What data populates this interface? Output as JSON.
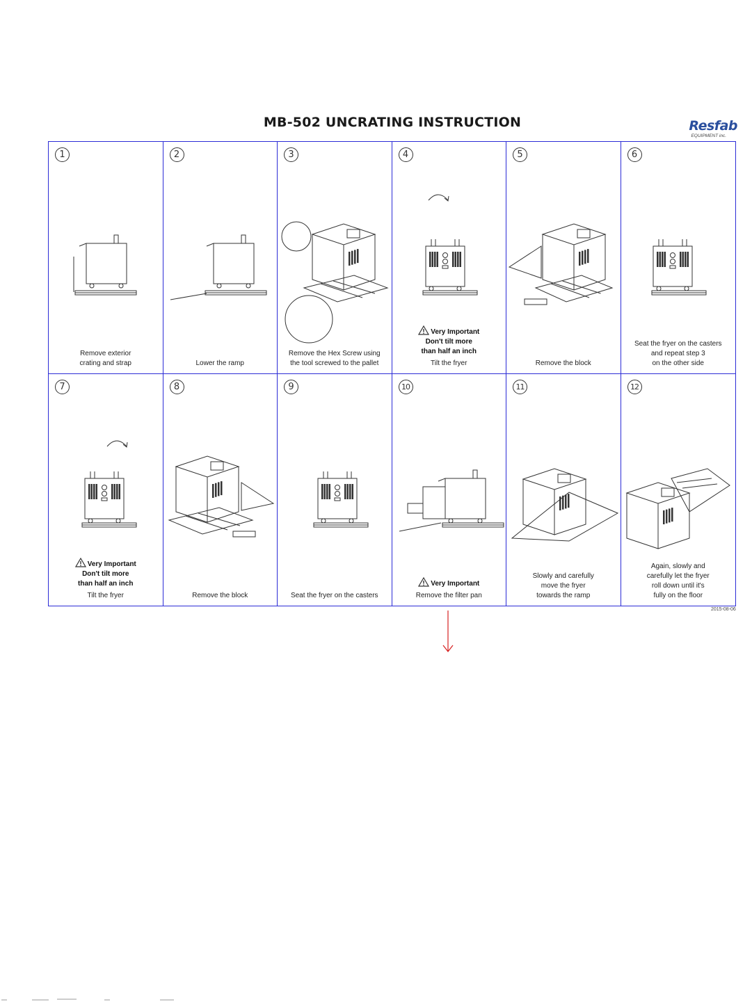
{
  "document": {
    "title": "MB-502 UNCRATING INSTRUCTION",
    "logo": {
      "brand": "Resfab",
      "sub": "EQUIPMENT inc."
    },
    "date": "2015-08-06",
    "steps": [
      {
        "number": "1",
        "caption": [
          "Remove exterior",
          "crating and strap"
        ]
      },
      {
        "number": "2",
        "caption": [
          "Lower the ramp"
        ]
      },
      {
        "number": "3",
        "caption": [
          "Remove the Hex Screw using",
          "the tool screwed to the pallet"
        ]
      },
      {
        "number": "4",
        "warning": [
          "Very Important",
          "Don't tilt more",
          "than half an inch"
        ],
        "caption": [
          "Tilt the fryer"
        ]
      },
      {
        "number": "5",
        "caption": [
          "Remove the block"
        ]
      },
      {
        "number": "6",
        "caption": [
          "Seat the fryer on the casters",
          "and repeat step 3",
          "on the other  side"
        ]
      },
      {
        "number": "7",
        "warning": [
          "Very Important",
          "Don't tilt more",
          "than half an inch"
        ],
        "caption": [
          "Tilt the fryer"
        ]
      },
      {
        "number": "8",
        "caption": [
          "Remove the block"
        ]
      },
      {
        "number": "9",
        "caption": [
          "Seat the fryer on the casters"
        ]
      },
      {
        "number": "10",
        "warning": [
          "Very Important"
        ],
        "caption": [
          "Remove the filter pan"
        ]
      },
      {
        "number": "11",
        "caption": [
          "Slowly and carefully",
          "move the fryer",
          "towards the ramp"
        ]
      },
      {
        "number": "12",
        "caption": [
          "Again, slowly and",
          "carefully let the fryer",
          "roll down until it's",
          "fully on the floor"
        ]
      }
    ]
  },
  "colors": {
    "border": "#2b2bd6",
    "brand": "#2a4f9e",
    "arrow": "#d62020"
  },
  "icons": {
    "warning": "warning-triangle-icon",
    "arrow": "down-arrow-icon"
  }
}
